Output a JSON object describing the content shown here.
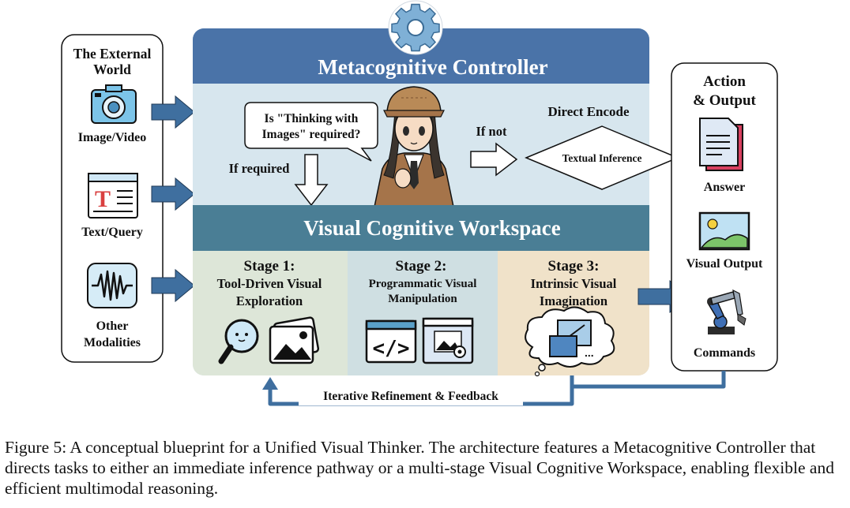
{
  "external_world": {
    "title_line1": "The External",
    "title_line2": "World",
    "inputs": [
      {
        "label_line1": "Image/Video",
        "label_line2": "",
        "icon": "camera-icon"
      },
      {
        "label_line1": "Text/Query",
        "label_line2": "",
        "icon": "text-document-icon"
      },
      {
        "label_line1": "Other",
        "label_line2": "Modalities",
        "icon": "waveform-icon"
      }
    ]
  },
  "controller": {
    "title": "Metacognitive Controller",
    "icon": "gear-icon",
    "question_line1": "Is \"Thinking with",
    "question_line2": "Images\" required?",
    "if_required": "If required",
    "if_not": "If not",
    "direct_encode": "Direct Encode",
    "textual_inference": "Textual Inference",
    "character_icon": "detective-character-icon"
  },
  "workspace": {
    "title": "Visual Cognitive Workspace",
    "stages": [
      {
        "title": "Stage 1:",
        "line1": "Tool-Driven Visual",
        "line2": "Exploration",
        "color": "#dde6d8"
      },
      {
        "title": "Stage 2:",
        "line1": "Programmatic Visual",
        "line2": "Manipulation",
        "color": "#cfdfe2"
      },
      {
        "title": "Stage 3:",
        "line1": "Intrinsic Visual",
        "line2": "Imagination",
        "color": "#f0e2c9"
      }
    ]
  },
  "output": {
    "title_line1": "Action",
    "title_line2": "& Output",
    "items": [
      {
        "label": "Answer",
        "icon": "document-icon"
      },
      {
        "label": "Visual Output",
        "icon": "landscape-image-icon"
      },
      {
        "label": "Commands",
        "icon": "robot-arm-icon"
      }
    ]
  },
  "feedback_label": "Iterative Refinement & Feedback",
  "caption": "Figure 5: A conceptual blueprint for a Unified Visual Thinker. The architecture features a Metacognitive Controller that directs tasks to either an immediate inference pathway or a multi-stage Visual Cognitive Workspace, enabling flexible and efficient multimodal reasoning.",
  "colors": {
    "header_blue": "#4a73a8",
    "workspace_teal": "#4a7e95",
    "controller_bg": "#d7e6ee",
    "arrow_fill": "#3f6f9f"
  }
}
